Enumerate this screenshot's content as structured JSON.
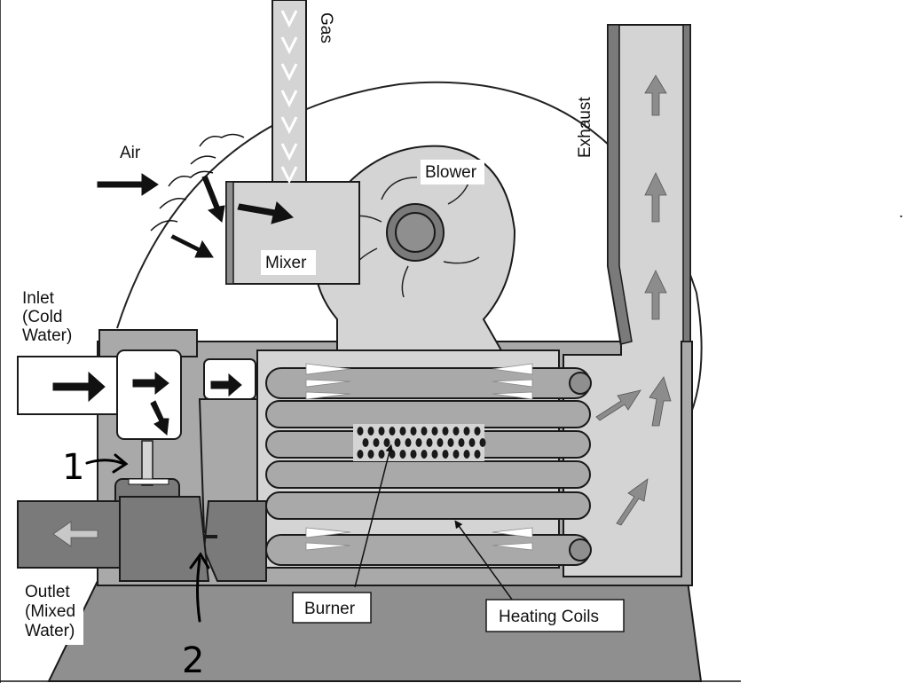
{
  "labels": {
    "gas": "Gas",
    "air": "Air",
    "blower": "Blower",
    "mixer": "Mixer",
    "exhaust": "Exhaust",
    "inlet_1": "Inlet",
    "inlet_2": "(Cold",
    "inlet_3": "Water)",
    "outlet_1": "Outlet",
    "outlet_2": "(Mixed",
    "outlet_3": "Water)",
    "burner": "Burner",
    "heating_coils": "Heating Coils",
    "marker_1": "1",
    "marker_2": "2",
    "dot": "."
  },
  "colors": {
    "outline": "#1a1a1a",
    "light_fill": "#d4d4d4",
    "mid_fill": "#a9a9a9",
    "dark_fill": "#7a7a7a",
    "base_fill": "#8f8f8f",
    "white": "#ffffff",
    "arrow_black": "#111111",
    "arrow_gray": "#8c8c8c"
  }
}
